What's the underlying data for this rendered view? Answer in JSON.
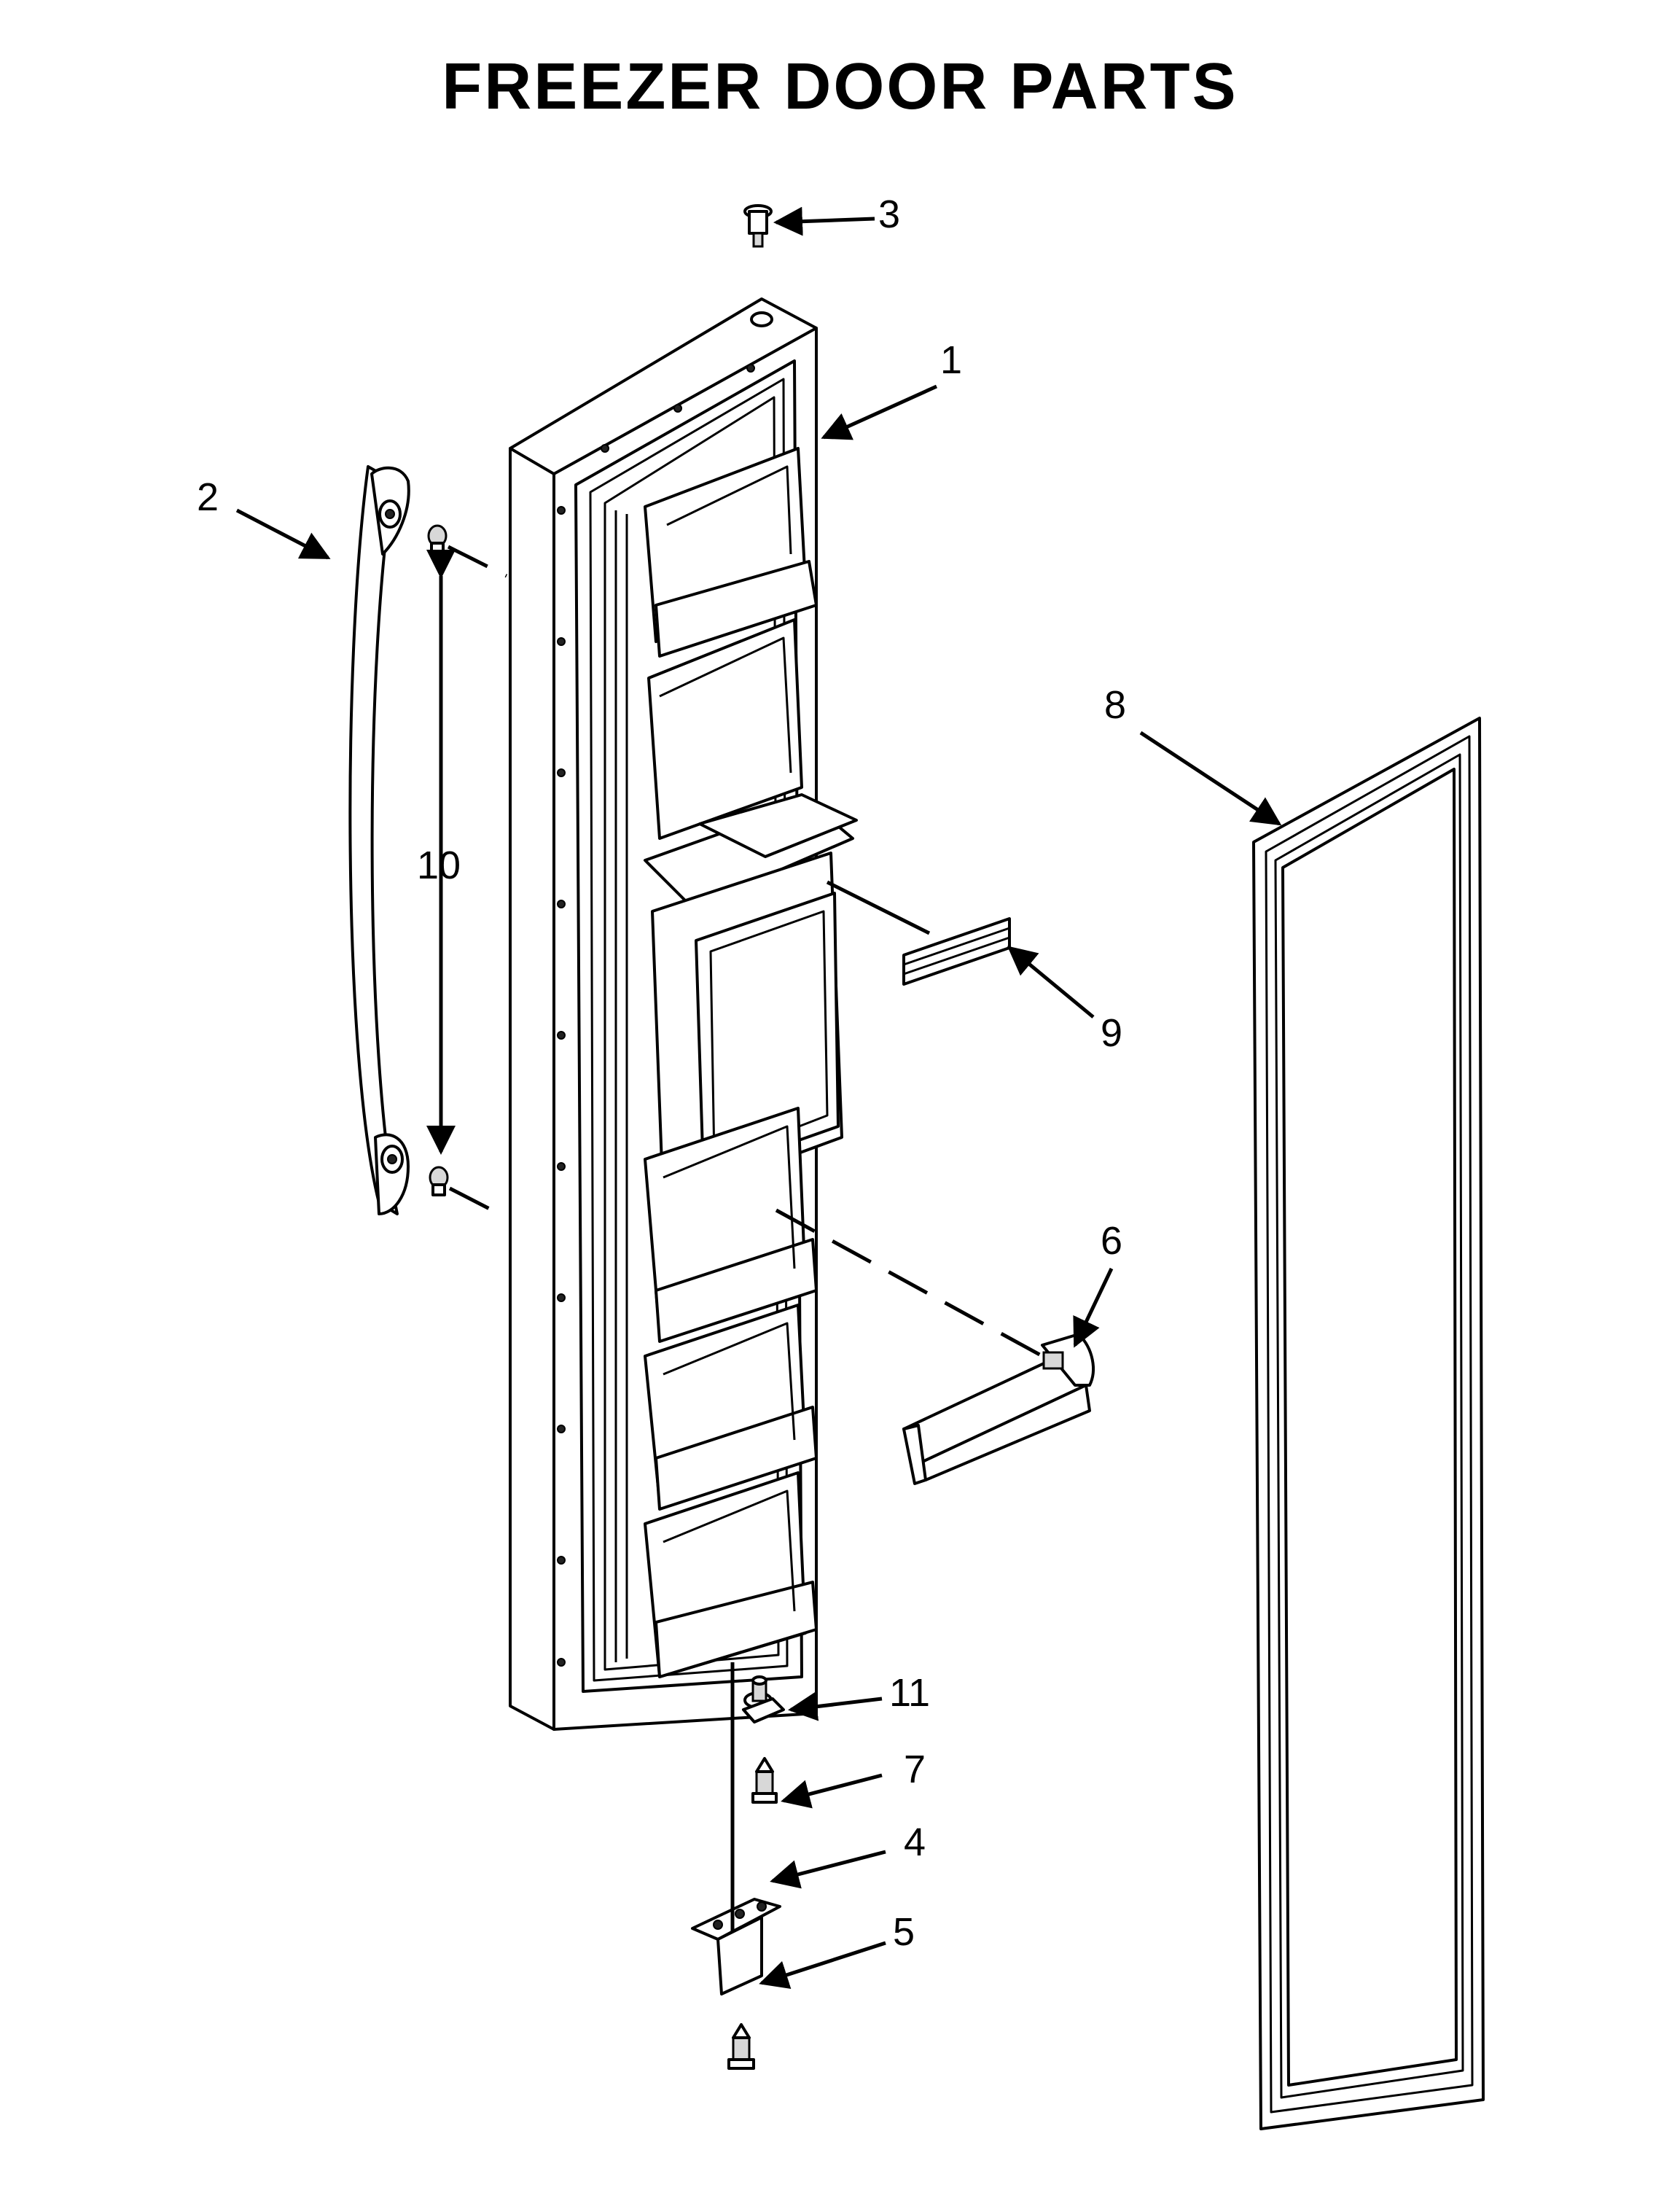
{
  "title": "FREEZER DOOR PARTS",
  "callouts": {
    "c1": "1",
    "c2": "2",
    "c3": "3",
    "c4": "4",
    "c5": "5",
    "c6": "6",
    "c7": "7",
    "c8": "8",
    "c9": "9",
    "c10": "10",
    "c11": "11"
  }
}
